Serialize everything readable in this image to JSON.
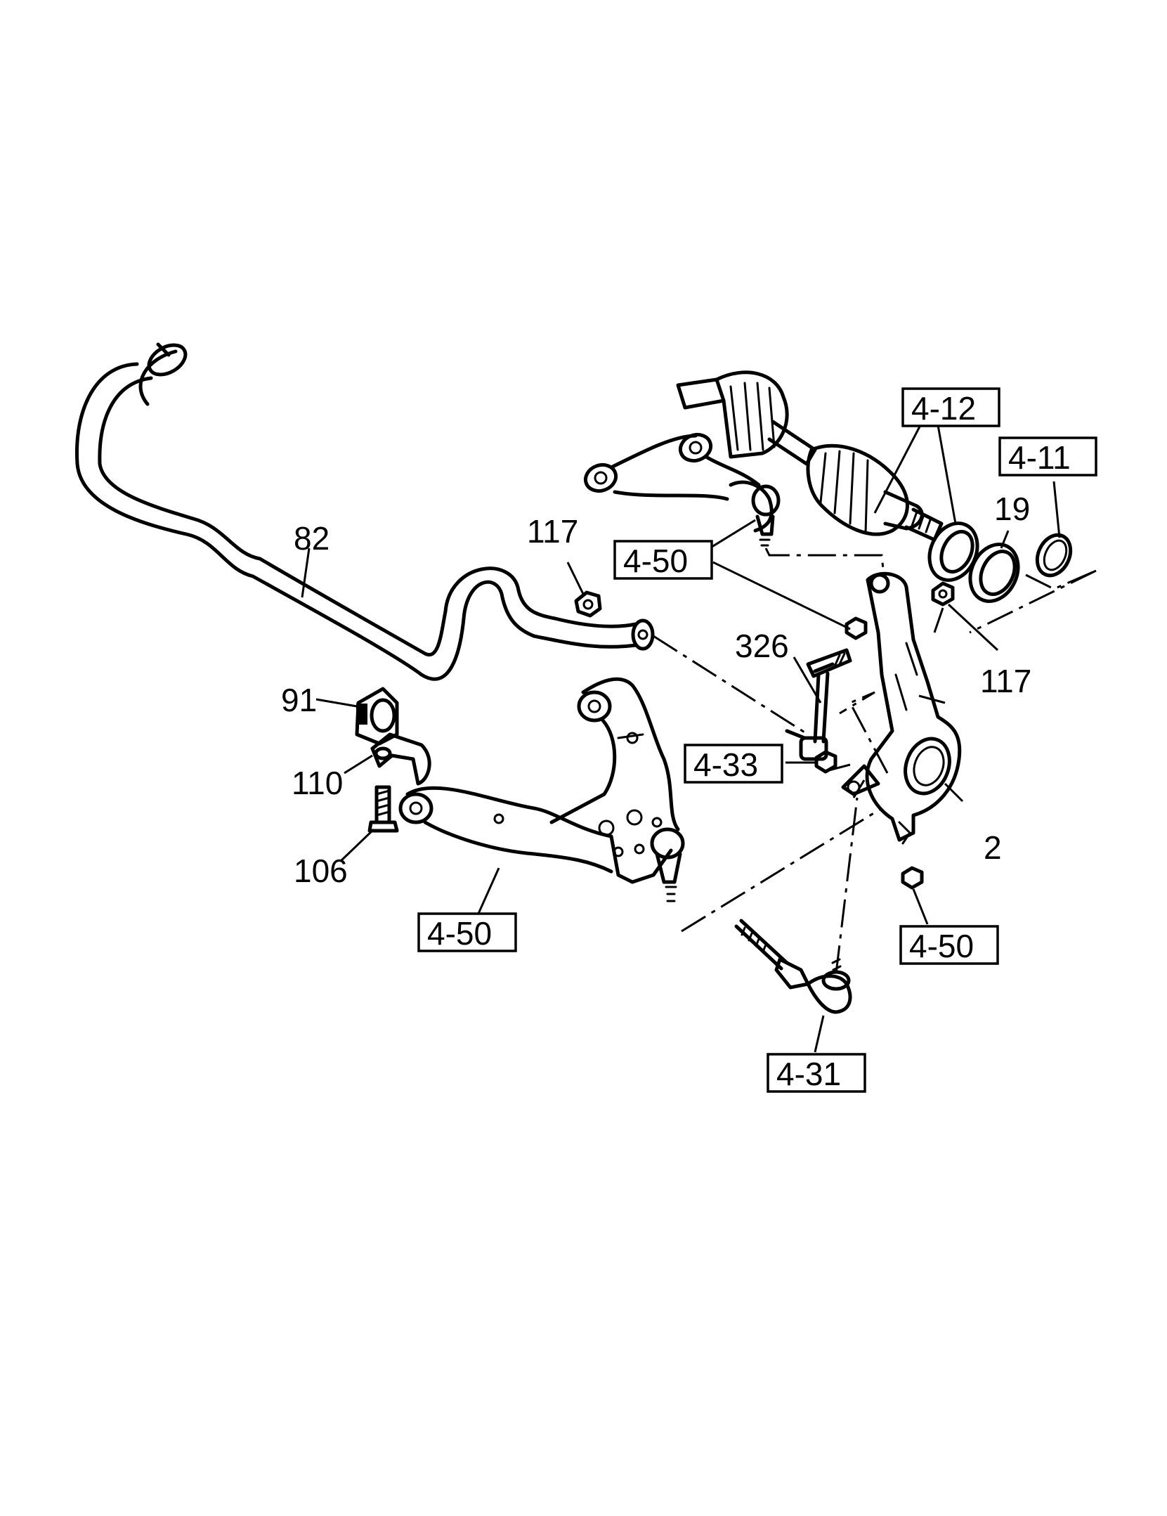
{
  "diagram": {
    "part_numbers": {
      "p82": "82",
      "p117a": "117",
      "p117b": "117",
      "p326": "326",
      "p91": "91",
      "p110": "110",
      "p106": "106",
      "p19": "19",
      "p2": "2"
    },
    "section_refs": {
      "r412": "4-12",
      "r411": "4-11",
      "r450_upper": "4-50",
      "r433": "4-33",
      "r450_lower": "4-50",
      "r450_right": "4-50",
      "r431": "4-31"
    }
  }
}
